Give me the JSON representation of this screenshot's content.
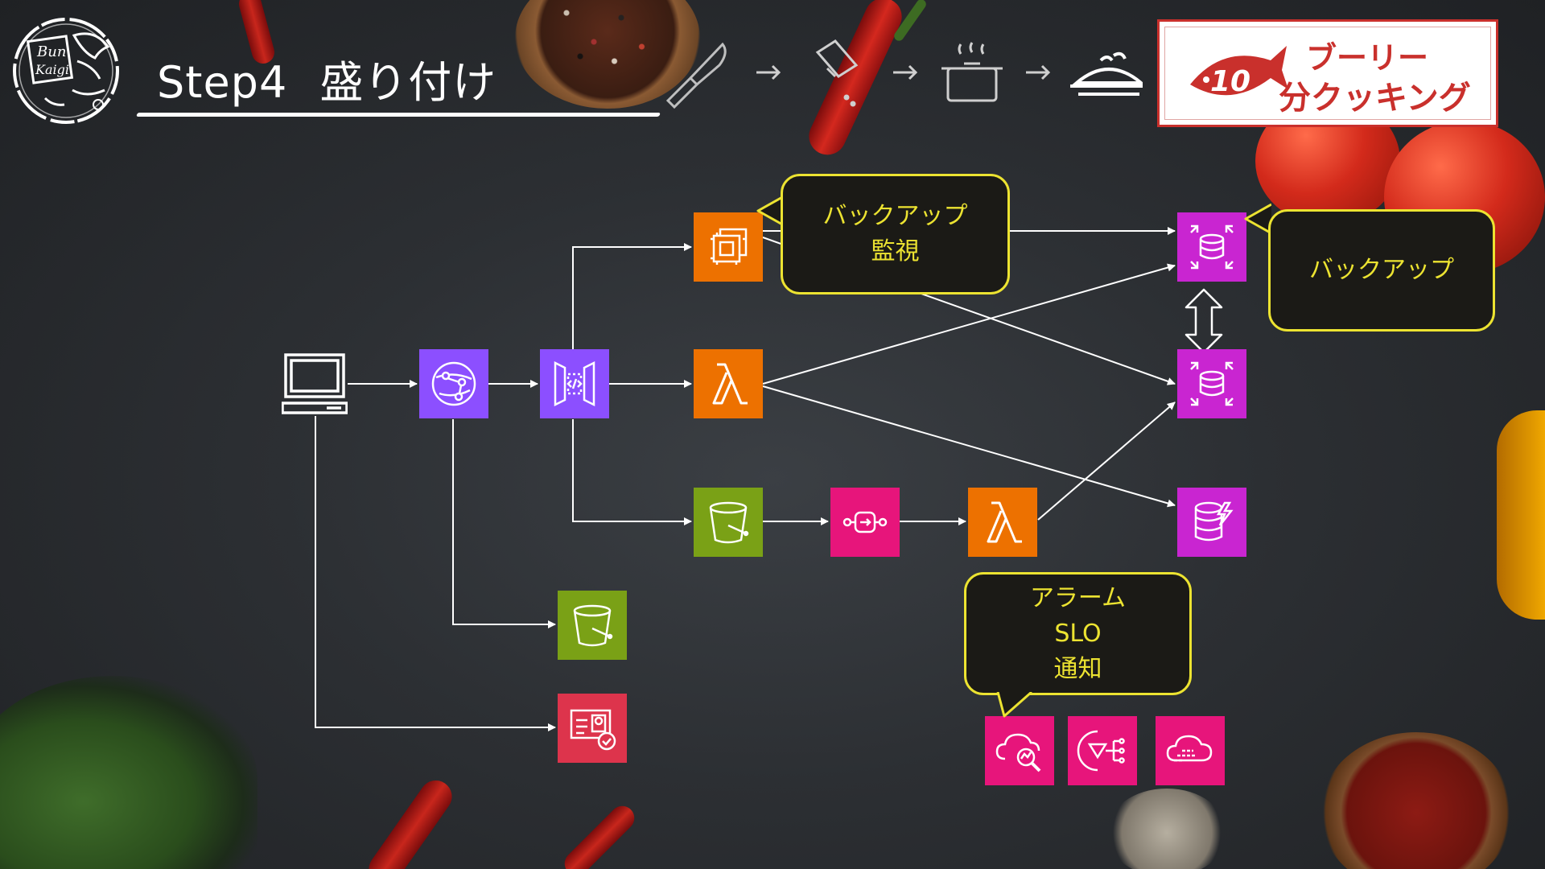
{
  "header": {
    "logo_text_1": "Bun",
    "logo_text_2": "Kaigi",
    "title_step": "Step4",
    "title_text": "盛り付け",
    "brand_line1": "ブーリー",
    "brand_number": "10",
    "brand_line2": "分クッキング"
  },
  "process_steps": [
    "knife-icon",
    "salt-shaker-icon",
    "pot-icon",
    "plated-dish-icon"
  ],
  "callouts": {
    "monitor_backup_line1": "バックアップ",
    "monitor_backup_line2": "監視",
    "backup": "バックアップ",
    "alarm_line1": "アラーム",
    "alarm_line2": "SLO",
    "alarm_line3": "通知"
  },
  "nodes": [
    {
      "id": "client",
      "icon": "laptop-icon"
    },
    {
      "id": "cloudfront",
      "icon": "cloudfront-icon",
      "color": "#8c4fff"
    },
    {
      "id": "api-gateway",
      "icon": "api-gateway-icon",
      "color": "#8c4fff"
    },
    {
      "id": "ec2",
      "icon": "ec2-icon",
      "color": "#ed7100"
    },
    {
      "id": "lambda-api",
      "icon": "lambda-icon",
      "color": "#ed7100"
    },
    {
      "id": "s3-upload",
      "icon": "s3-bucket-icon",
      "color": "#7aa116"
    },
    {
      "id": "sqs",
      "icon": "sqs-icon",
      "color": "#e7157b"
    },
    {
      "id": "lambda-worker",
      "icon": "lambda-icon",
      "color": "#ed7100"
    },
    {
      "id": "rds-primary",
      "icon": "rds-icon",
      "color": "#c925d1"
    },
    {
      "id": "rds-replica",
      "icon": "rds-icon",
      "color": "#c925d1"
    },
    {
      "id": "dynamodb",
      "icon": "dynamodb-icon",
      "color": "#c925d1"
    },
    {
      "id": "s3-static",
      "icon": "s3-bucket-icon",
      "color": "#7aa116"
    },
    {
      "id": "cognito",
      "icon": "cognito-icon",
      "color": "#dd344c"
    },
    {
      "id": "cloudwatch",
      "icon": "cloudwatch-icon",
      "color": "#e7157b"
    },
    {
      "id": "eventbridge",
      "icon": "eventbridge-icon",
      "color": "#e7157b"
    },
    {
      "id": "cloudwatch-synthetics",
      "icon": "cloud-icon",
      "color": "#e7157b"
    }
  ],
  "colors": {
    "callout_border": "#ece331",
    "callout_fill": "#1b1a16",
    "brand_red": "#c9302c"
  }
}
